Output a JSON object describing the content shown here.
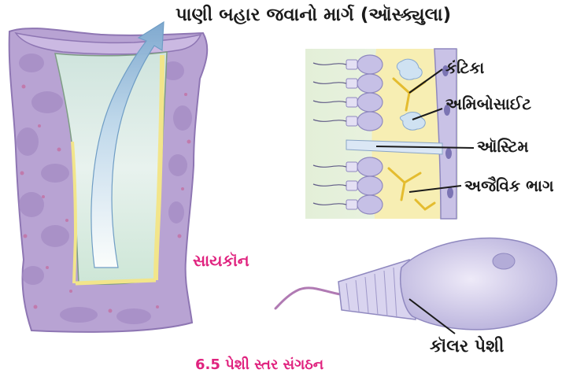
{
  "labels": {
    "title": "પાણી બહાર જવાનો માર્ગ (ઑસ્ક્યુલા)",
    "kantika": "કંટિકા",
    "amibocyte": "અમિબોસાઈટ",
    "ostium": "ઑસ્ટિમ",
    "nonliving": "અજૈવિક ભાગ",
    "sycon": "સાયકૉન",
    "collar_cell": "કૉલર પેશી",
    "caption": "6.5 પેશી સ્તર સંગઠન"
  },
  "colors": {
    "sponge": "#b59fd0",
    "sponge_dark": "#8a6fae",
    "mesohyl": "#f6ecb0",
    "spicule": "#e8c23a",
    "water_arrow": "#8fb8d8",
    "label_pink": "#e0237f"
  }
}
